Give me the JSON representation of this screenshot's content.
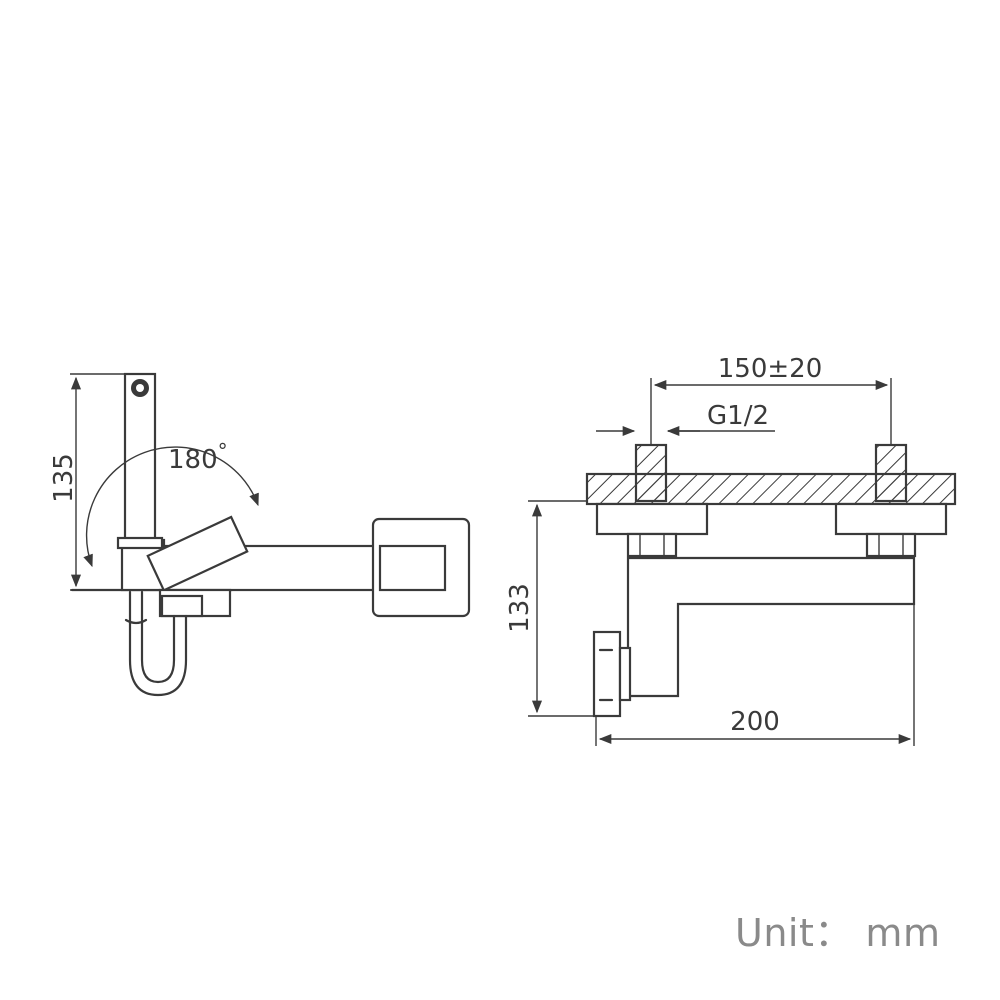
{
  "dimensions": {
    "side_height": "135",
    "rotation": "180",
    "rotation_unit": "°",
    "spacing": "150±20",
    "thread": "G1/2",
    "front_height": "133",
    "length": "200"
  },
  "unit_label": "Unit： mm"
}
